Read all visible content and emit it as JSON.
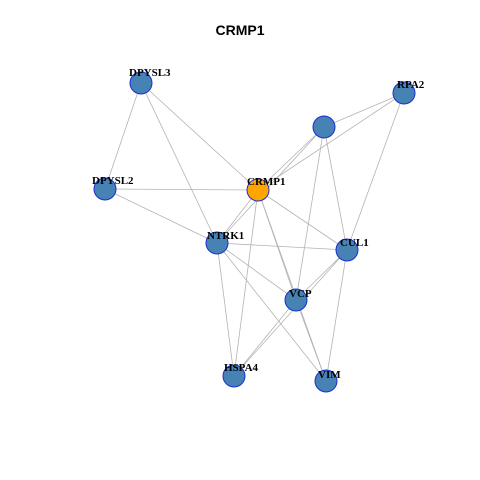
{
  "title": "CRMP1",
  "colors": {
    "edge": "#b3b3b3",
    "node_fill": "#4682b4",
    "node_stroke": "#1a2fcf",
    "focus_fill": "#ffa500",
    "focus_stroke": "#1a2fcf"
  },
  "nodes": [
    {
      "id": "DPYSL3",
      "label": "DPYSL3",
      "focus": false
    },
    {
      "id": "RPA2",
      "label": "RPA2",
      "focus": false
    },
    {
      "id": "UNLABELED",
      "label": "",
      "focus": false
    },
    {
      "id": "DPYSL2",
      "label": "DPYSL2",
      "focus": false
    },
    {
      "id": "CRMP1",
      "label": "CRMP1",
      "focus": true
    },
    {
      "id": "NTRK1",
      "label": "NTRK1",
      "focus": false
    },
    {
      "id": "CUL1",
      "label": "CUL1",
      "focus": false
    },
    {
      "id": "VCP",
      "label": "VCP",
      "focus": false
    },
    {
      "id": "HSPA4",
      "label": "HSPA4",
      "focus": false
    },
    {
      "id": "VIM",
      "label": "VIM",
      "focus": false
    }
  ],
  "edges": [
    [
      "DPYSL3",
      "DPYSL2"
    ],
    [
      "DPYSL3",
      "CRMP1"
    ],
    [
      "DPYSL3",
      "NTRK1"
    ],
    [
      "DPYSL2",
      "CRMP1"
    ],
    [
      "DPYSL2",
      "NTRK1"
    ],
    [
      "RPA2",
      "UNLABELED"
    ],
    [
      "RPA2",
      "CRMP1"
    ],
    [
      "RPA2",
      "CUL1"
    ],
    [
      "UNLABELED",
      "CRMP1"
    ],
    [
      "UNLABELED",
      "NTRK1"
    ],
    [
      "UNLABELED",
      "CUL1"
    ],
    [
      "UNLABELED",
      "VCP"
    ],
    [
      "CRMP1",
      "NTRK1"
    ],
    [
      "CRMP1",
      "CUL1"
    ],
    [
      "CRMP1",
      "VCP"
    ],
    [
      "CRMP1",
      "HSPA4"
    ],
    [
      "CRMP1",
      "VIM"
    ],
    [
      "NTRK1",
      "CUL1"
    ],
    [
      "NTRK1",
      "VCP"
    ],
    [
      "NTRK1",
      "HSPA4"
    ],
    [
      "NTRK1",
      "VIM"
    ],
    [
      "CUL1",
      "VCP"
    ],
    [
      "CUL1",
      "VIM"
    ],
    [
      "CUL1",
      "HSPA4"
    ],
    [
      "VCP",
      "HSPA4"
    ],
    [
      "VCP",
      "VIM"
    ]
  ]
}
